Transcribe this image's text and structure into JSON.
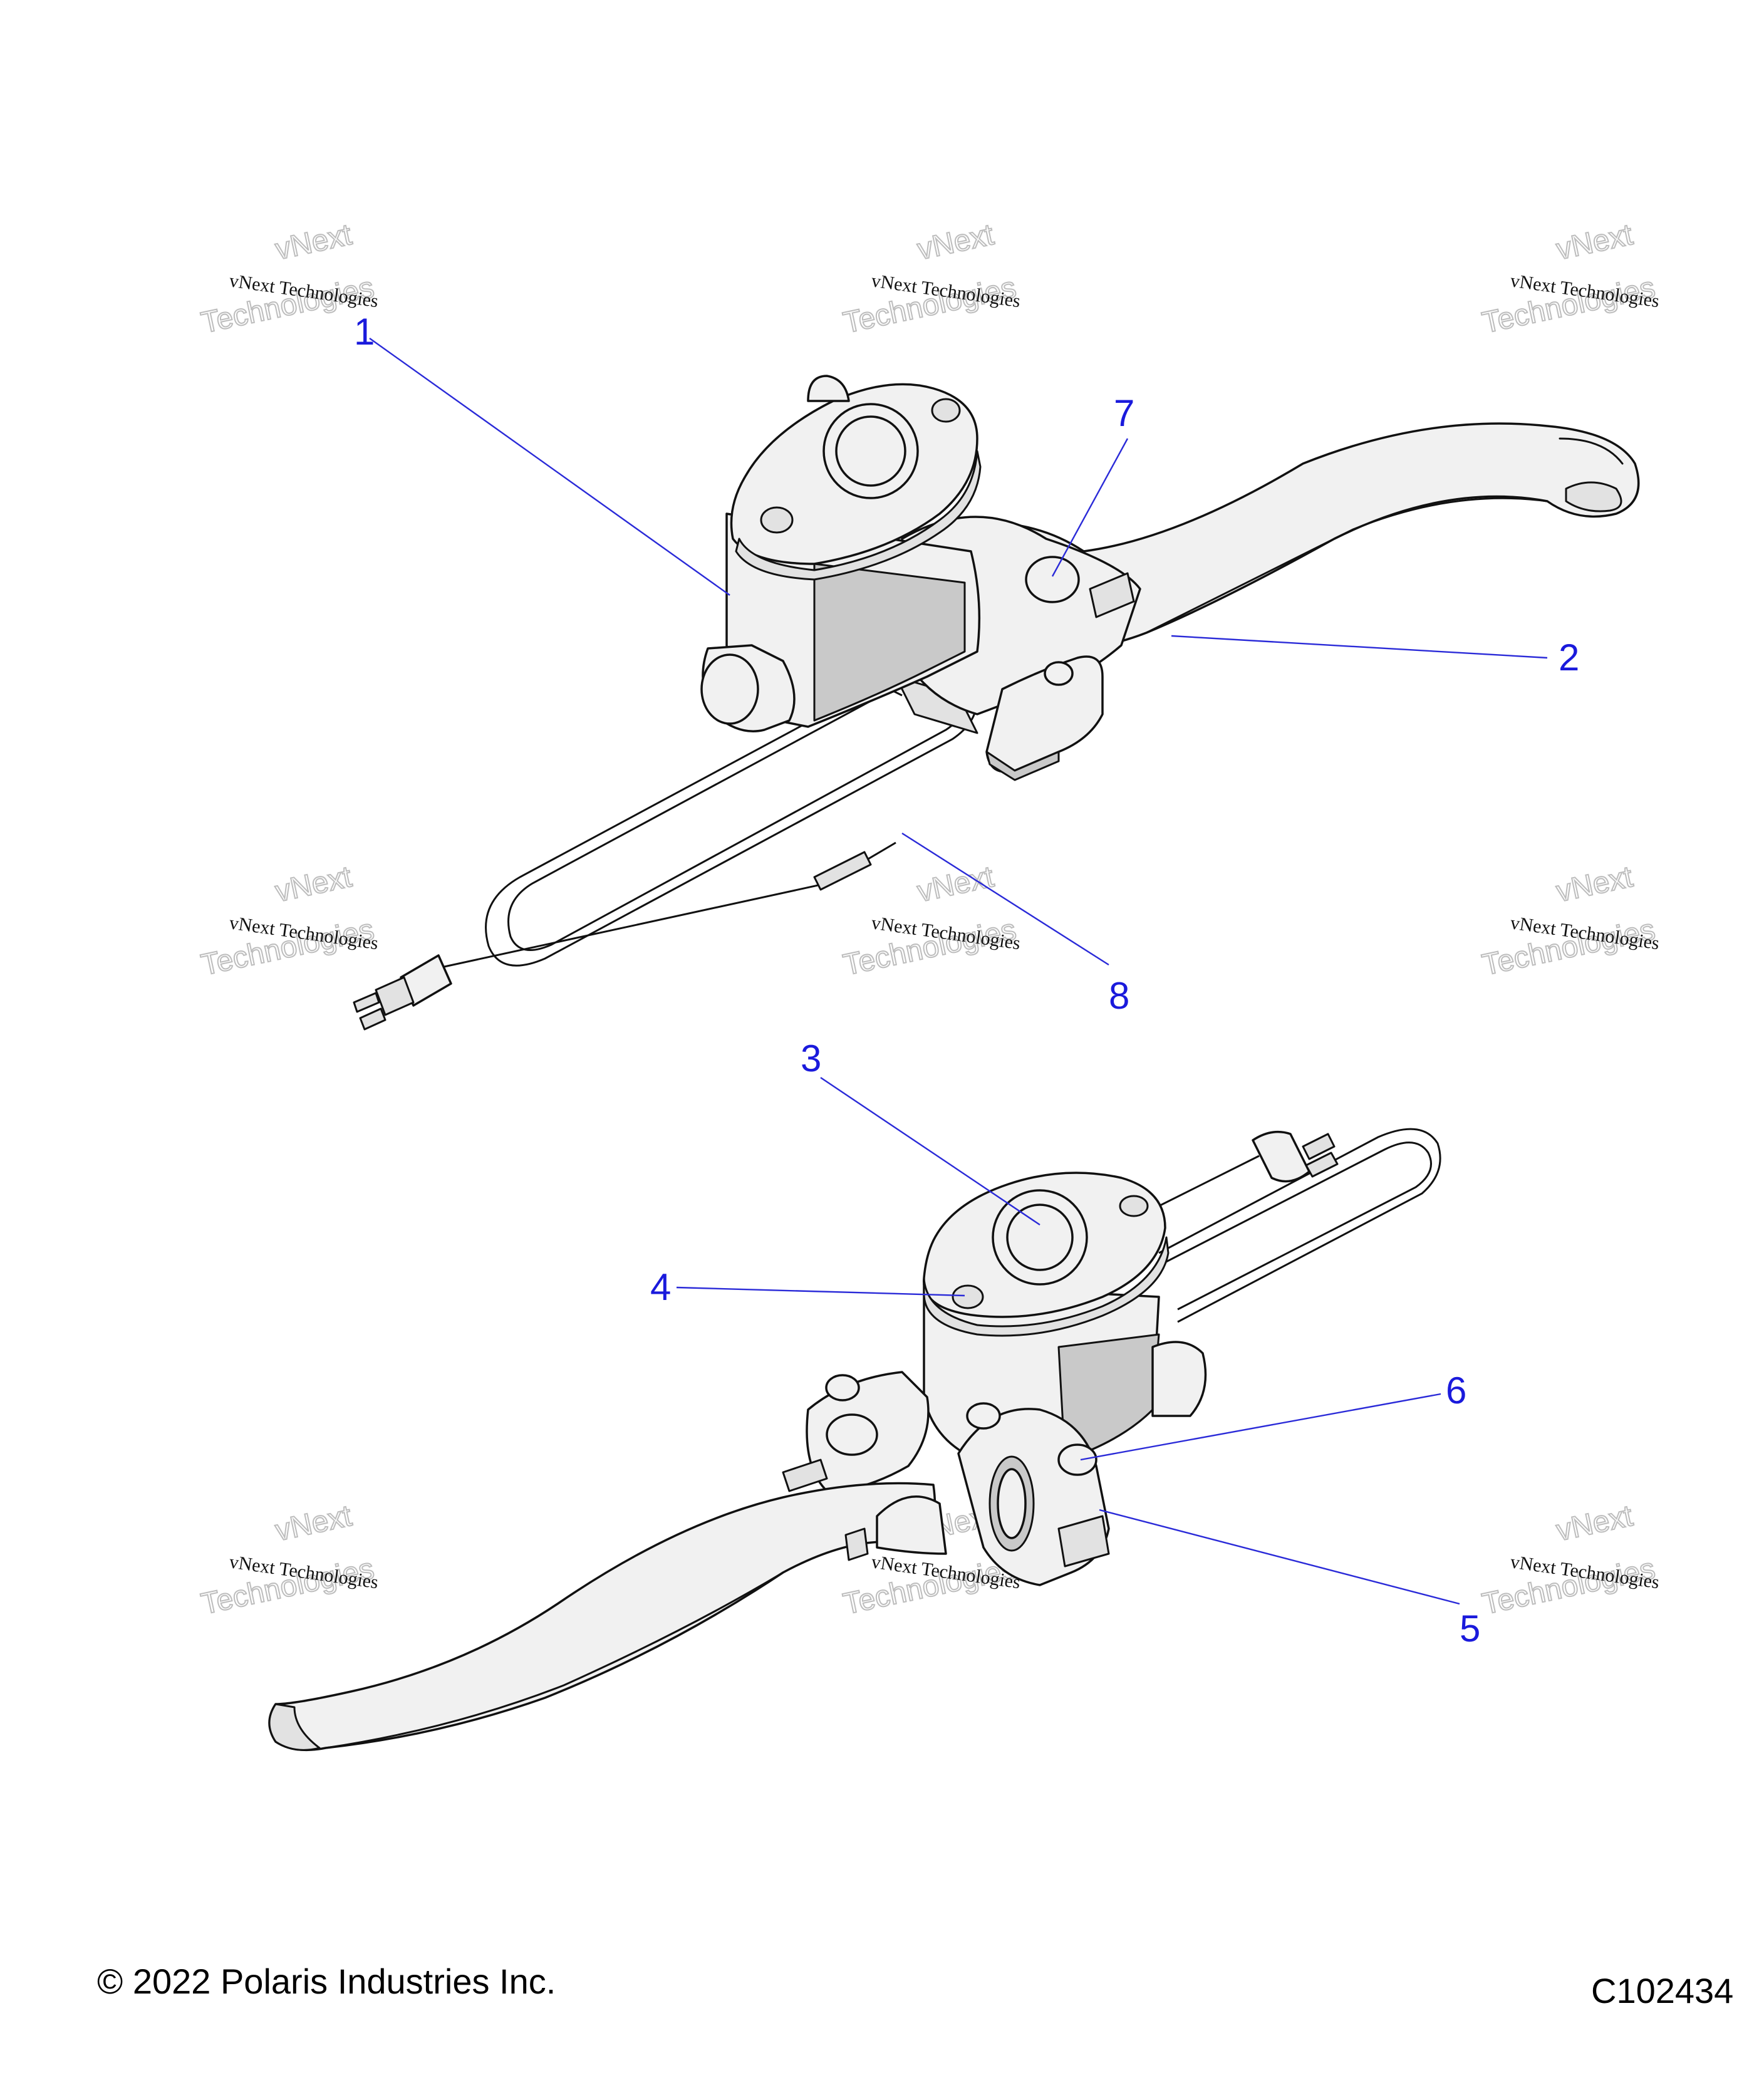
{
  "callouts": [
    {
      "label": "1"
    },
    {
      "label": "2"
    },
    {
      "label": "3"
    },
    {
      "label": "4"
    },
    {
      "label": "5"
    },
    {
      "label": "6"
    },
    {
      "label": "7"
    },
    {
      "label": "8"
    }
  ],
  "watermark": {
    "line1": "vNext Technologies",
    "line2": "vNext",
    "line3": "Technologies"
  },
  "footer": {
    "copyright": "© 2022 Polaris Industries Inc.",
    "figure_id": "C102434"
  },
  "colors": {
    "callout": "#1a1adc",
    "line_art": "#111111",
    "part_fill": "#f1f1f1"
  }
}
